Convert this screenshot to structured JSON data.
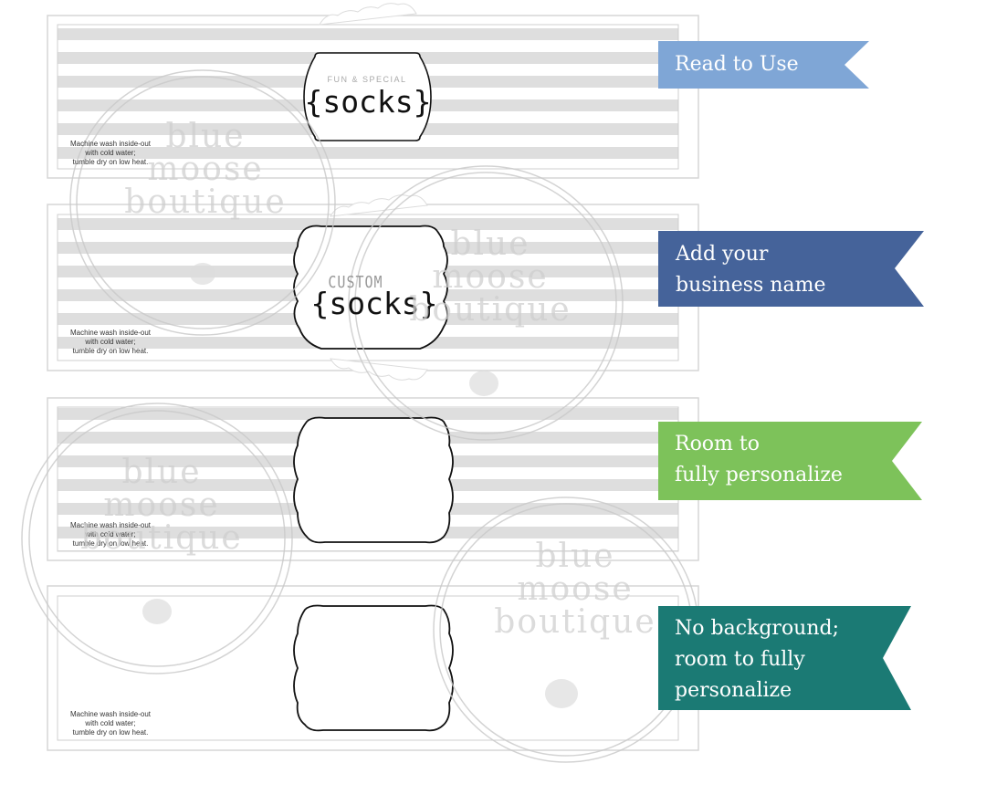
{
  "labels": [
    {
      "variant": "stripes-fun-special",
      "top_text": "FUN & SPECIAL",
      "main_text": "{socks}",
      "care": [
        "Machine wash inside-out",
        "with cold water;",
        "tumble dry on low heat."
      ]
    },
    {
      "variant": "stripes-custom",
      "top_text": "CUSTOM",
      "main_text": "{socks}",
      "care": [
        "Machine wash inside-out",
        "with cold water;",
        "tumble dry on low heat."
      ]
    },
    {
      "variant": "stripes-blank",
      "care": [
        "Machine wash inside-out",
        "with cold water;",
        "tumble dry on low heat."
      ]
    },
    {
      "variant": "plain-blank",
      "care": [
        "Machine wash inside-out",
        "with cold water;",
        "tumble dry on low heat."
      ]
    }
  ],
  "flags": [
    {
      "lines": [
        "Read to Use"
      ],
      "color": "#7fa6d6"
    },
    {
      "lines": [
        "Add your",
        "business name"
      ],
      "color": "#45639a"
    },
    {
      "lines": [
        "Room to",
        "fully personalize"
      ],
      "color": "#7dc25a"
    },
    {
      "lines": [
        "No background;",
        "room to fully",
        "personalize"
      ],
      "color": "#1b7a74"
    }
  ],
  "watermark": {
    "lines": [
      "blue",
      "moose",
      "boutique"
    ]
  },
  "colors": {
    "stripe": "#dcdcdc",
    "label_border": "#d6d6d6",
    "watermark": "#cfcfcf"
  }
}
